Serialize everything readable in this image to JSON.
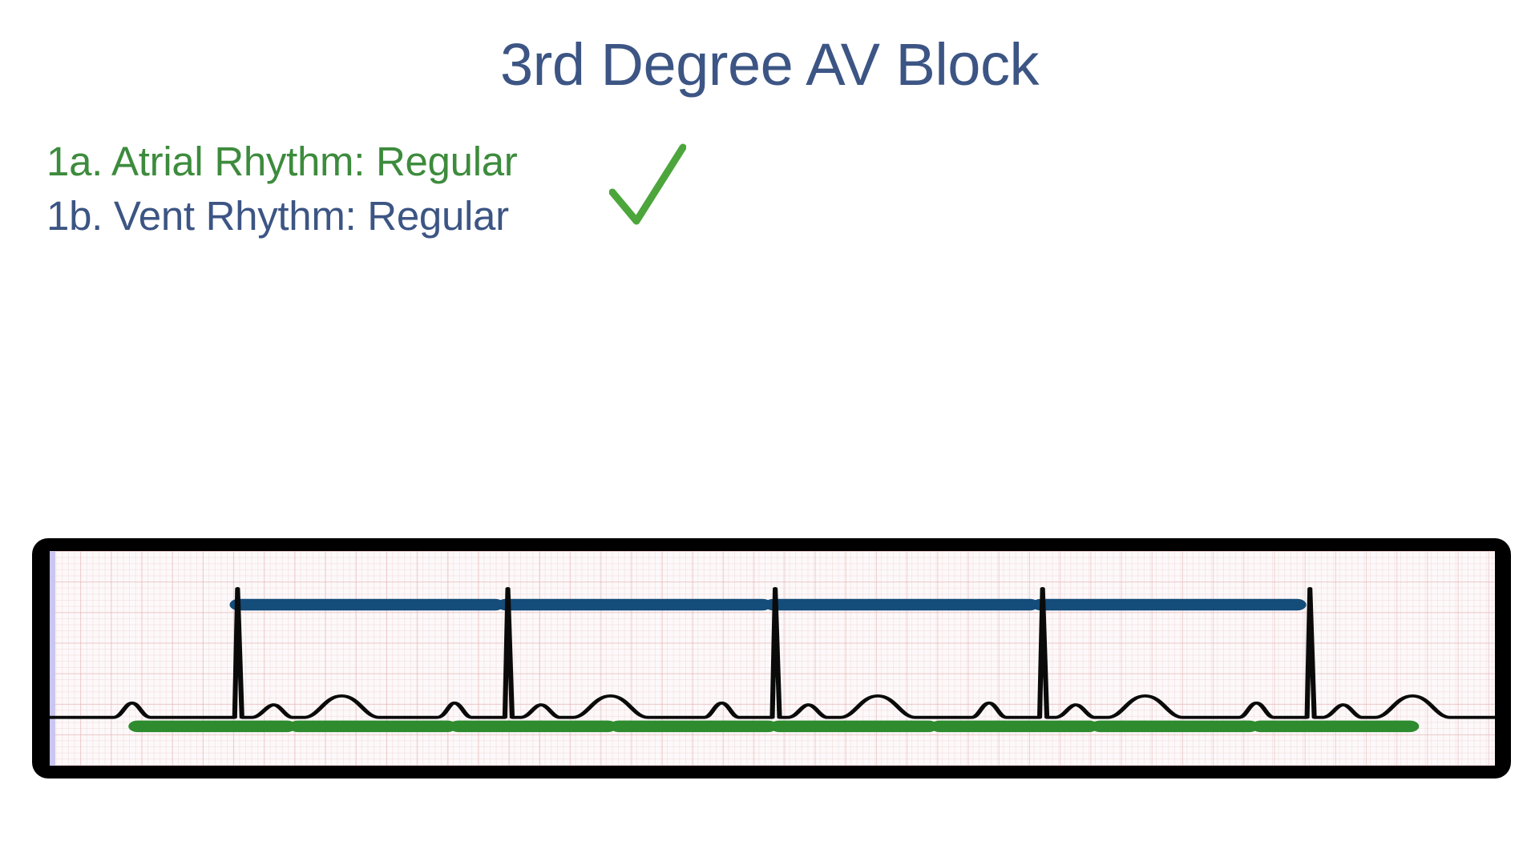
{
  "slide": {
    "title": "3rd Degree AV Block",
    "title_color": "#3c5584"
  },
  "bullets": [
    {
      "id": "atrial-rhythm",
      "text": "1a. Atrial Rhythm: Regular",
      "color": "#3d8b3d"
    },
    {
      "id": "vent-rhythm",
      "text": "1b. Vent Rhythm: Regular",
      "color": "#3c5584"
    }
  ],
  "annotations": {
    "check_mark": {
      "icon": "check-icon",
      "color": "#4CA63C",
      "label": "correct-check"
    }
  },
  "ecg": {
    "frame_color": "#000000",
    "paper_color": "#fdf9fa",
    "grid_color": "#e4b0b0",
    "left_edge_color": "#c9c6ef",
    "trace_color": "#0a0a0a",
    "rr_bar_color": "#144C7A",
    "pp_bar_color": "#2e8b2e",
    "rr_bar_label": "ventricular-R-R-interval-markers",
    "pp_bar_label": "atrial-P-P-interval-markers"
  },
  "chart_data": {
    "type": "line",
    "title": "3rd Degree AV Block rhythm strip",
    "xlabel": "",
    "ylabel": "",
    "grid": true,
    "legend": null,
    "axis_units": {
      "x": "25 mm/s (large box = 0.20 s)",
      "y": "10 mm/mV (large box = 0.5 mV)"
    },
    "xlim": [
      0,
      1000
    ],
    "ylim": [
      0,
      240
    ],
    "series": [
      {
        "name": "ECG trace",
        "description": "Complete AV dissociation: regular P waves at a faster atrial rate march through regular, slower, independent QRS complexes."
      }
    ],
    "qrs_complexes_x": [
      127,
      312,
      497,
      682,
      867
    ],
    "p_waves_x": [
      57,
      168,
      279,
      390,
      501,
      612,
      723,
      834,
      945
    ],
    "rr_intervals": [
      {
        "start": 127,
        "end": 312
      },
      {
        "start": 312,
        "end": 497
      },
      {
        "start": 497,
        "end": 682
      },
      {
        "start": 682,
        "end": 867
      }
    ],
    "pp_intervals": [
      {
        "start": 57,
        "end": 168
      },
      {
        "start": 168,
        "end": 279
      },
      {
        "start": 279,
        "end": 390
      },
      {
        "start": 390,
        "end": 501
      },
      {
        "start": 501,
        "end": 612
      },
      {
        "start": 612,
        "end": 723
      },
      {
        "start": 723,
        "end": 834
      },
      {
        "start": 834,
        "end": 945
      }
    ],
    "annotations": [
      {
        "text": "Atrial Rhythm: Regular",
        "color": "#2e8b2e",
        "marker": "pp-bars"
      },
      {
        "text": "Vent Rhythm: Regular",
        "color": "#144C7A",
        "marker": "rr-bars"
      }
    ]
  }
}
